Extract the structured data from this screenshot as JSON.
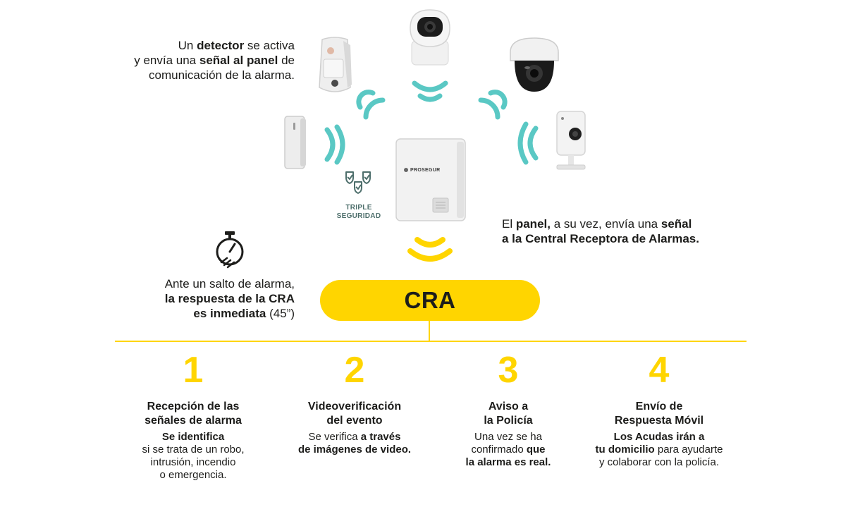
{
  "intro": {
    "detector": {
      "p1": "Un ",
      "b1": "detector",
      "p2": " se activa",
      "p3": "y envía una ",
      "b2": "señal al panel",
      "p4": " de",
      "p5": "comunicación de la alarma."
    },
    "panel": {
      "p1": "El ",
      "b1": "panel,",
      "p2": " a su vez, envía una ",
      "b2": "señal",
      "b3": "a la Central Receptora de Alarmas."
    },
    "response": {
      "p1": "Ante un salto de alarma,",
      "b1": "la respuesta de la CRA",
      "b2": "es inmediata",
      "p2": " (45”)"
    }
  },
  "triple": {
    "line1": "TRIPLE",
    "line2": "SEGURIDAD"
  },
  "panel_brand": "PROSEGUR",
  "cra": {
    "label": "CRA"
  },
  "steps": [
    {
      "number": "1",
      "title1": "Recepción de las",
      "title2": "señales de alarma",
      "b1": "Se identifica",
      "l2": "si se trata de un robo,",
      "l3": "intrusión, incendio",
      "l4": "o emergencia."
    },
    {
      "number": "2",
      "title1": "Videoverificación",
      "title2": "del evento",
      "p1": "Se verifica ",
      "b1": "a través",
      "b2": "de imágenes de video."
    },
    {
      "number": "3",
      "title1": "Aviso a",
      "title2": "la Policía",
      "p1": "Una vez se ha",
      "p2": "confirmado ",
      "b1": "que",
      "b2": "la alarma es real."
    },
    {
      "number": "4",
      "title1": "Envío de",
      "title2": "Respuesta Móvil",
      "b1": "Los Acudas irán a",
      "b2": "tu domicilio",
      "p2": " para ayudarte",
      "p3": "y colaborar con la policía."
    }
  ],
  "colors": {
    "accent": "#ffd500",
    "signal": "#5ac8c4",
    "text": "#1d1d1b",
    "badge": "#4e6f6c"
  },
  "icons": [
    "motion-detector-icon",
    "door-sensor-icon",
    "dome-camera-icon",
    "ptz-camera-icon",
    "cube-camera-icon",
    "alarm-panel-icon",
    "triple-shield-icon",
    "stopwatch-icon"
  ]
}
